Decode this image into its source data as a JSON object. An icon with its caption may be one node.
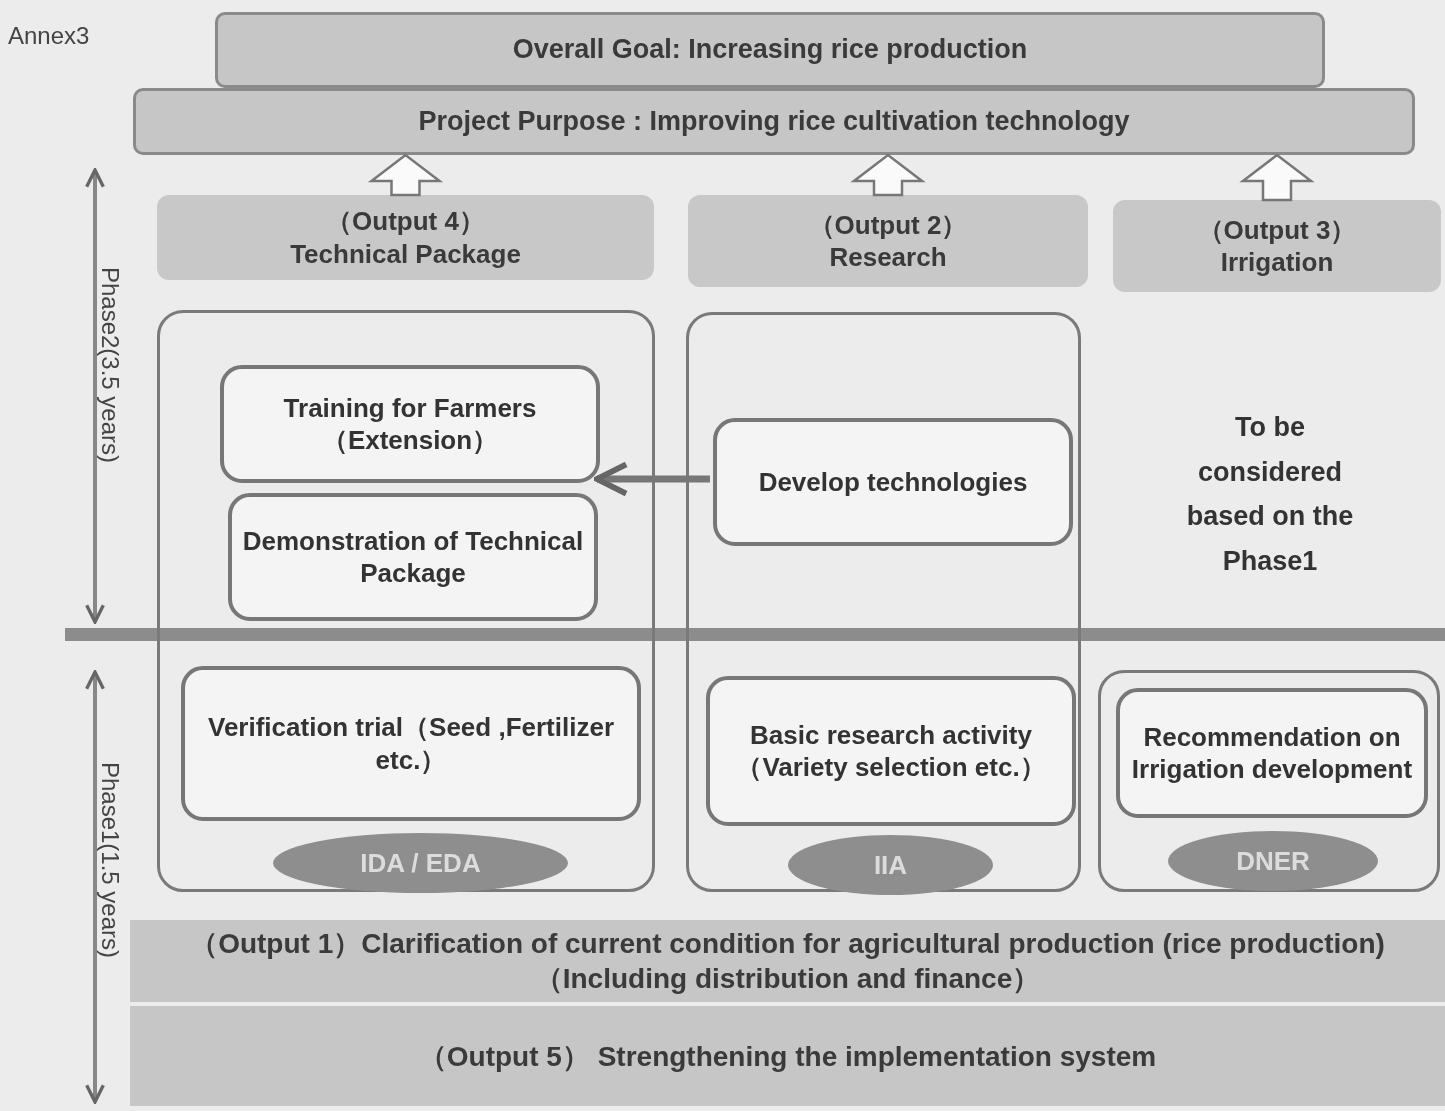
{
  "diagram": {
    "nodes": [
      {
        "text": [
          "Overall Goal: Increasing rice production"
        ]
      },
      {
        "text": [
          "Project Purpose : Improving rice cultivation technology"
        ]
      },
      {
        "text": [
          "（Output 4）",
          "Technical Package"
        ]
      },
      {
        "text": [
          "（Output 2）",
          "Research"
        ]
      },
      {
        "text": [
          "（Output 3）",
          "Irrigation"
        ]
      },
      {
        "text": [],
        "shape": "box"
      },
      {
        "text": [
          "Training for Farmers（Extension）"
        ],
        "in": 5
      },
      {
        "text": [
          "Demonstration of Technical Package"
        ],
        "in": 5
      },
      {
        "text": [
          "Verification trial（Seed ,Fertilizer etc.）"
        ],
        "in": 5
      },
      {
        "text": [
          "IDA / EDA"
        ],
        "in": 5
      },
      {
        "text": [],
        "shape": "box"
      },
      {
        "text": [
          "Develop technologies"
        ],
        "in": 10
      },
      {
        "text": [
          "Basic research activity（Variety selection etc.）"
        ],
        "in": 10
      },
      {
        "text": [
          "IIA"
        ],
        "in": 10
      },
      {
        "text": [],
        "shape": "box"
      },
      {
        "text": [
          "Recommendation on Irrigation development"
        ],
        "in": 14
      },
      {
        "text": [
          "DNER"
        ],
        "in": 14
      },
      {
        "text": [
          "（Output 1）Clarification of current condition for agricultural production (rice production)（Including distribution and finance）"
        ]
      },
      {
        "text": [
          "（Output 5） Strengthening the implementation system"
        ]
      }
    ],
    "edges": [
      {
        "from": 2,
        "to": 1,
        "arrow": "to",
        "style": "thick"
      },
      {
        "from": 3,
        "to": 1,
        "arrow": "to",
        "style": "thick"
      },
      {
        "from": 4,
        "to": 1,
        "arrow": "to",
        "style": "thick"
      },
      {
        "from": 11,
        "to": 6,
        "arrow": "to"
      }
    ],
    "labels": [
      "Annex3",
      "Phase2(3.5 years)",
      "To be considered based on the Phase1",
      "Phase1(1.5 years)"
    ]
  }
}
